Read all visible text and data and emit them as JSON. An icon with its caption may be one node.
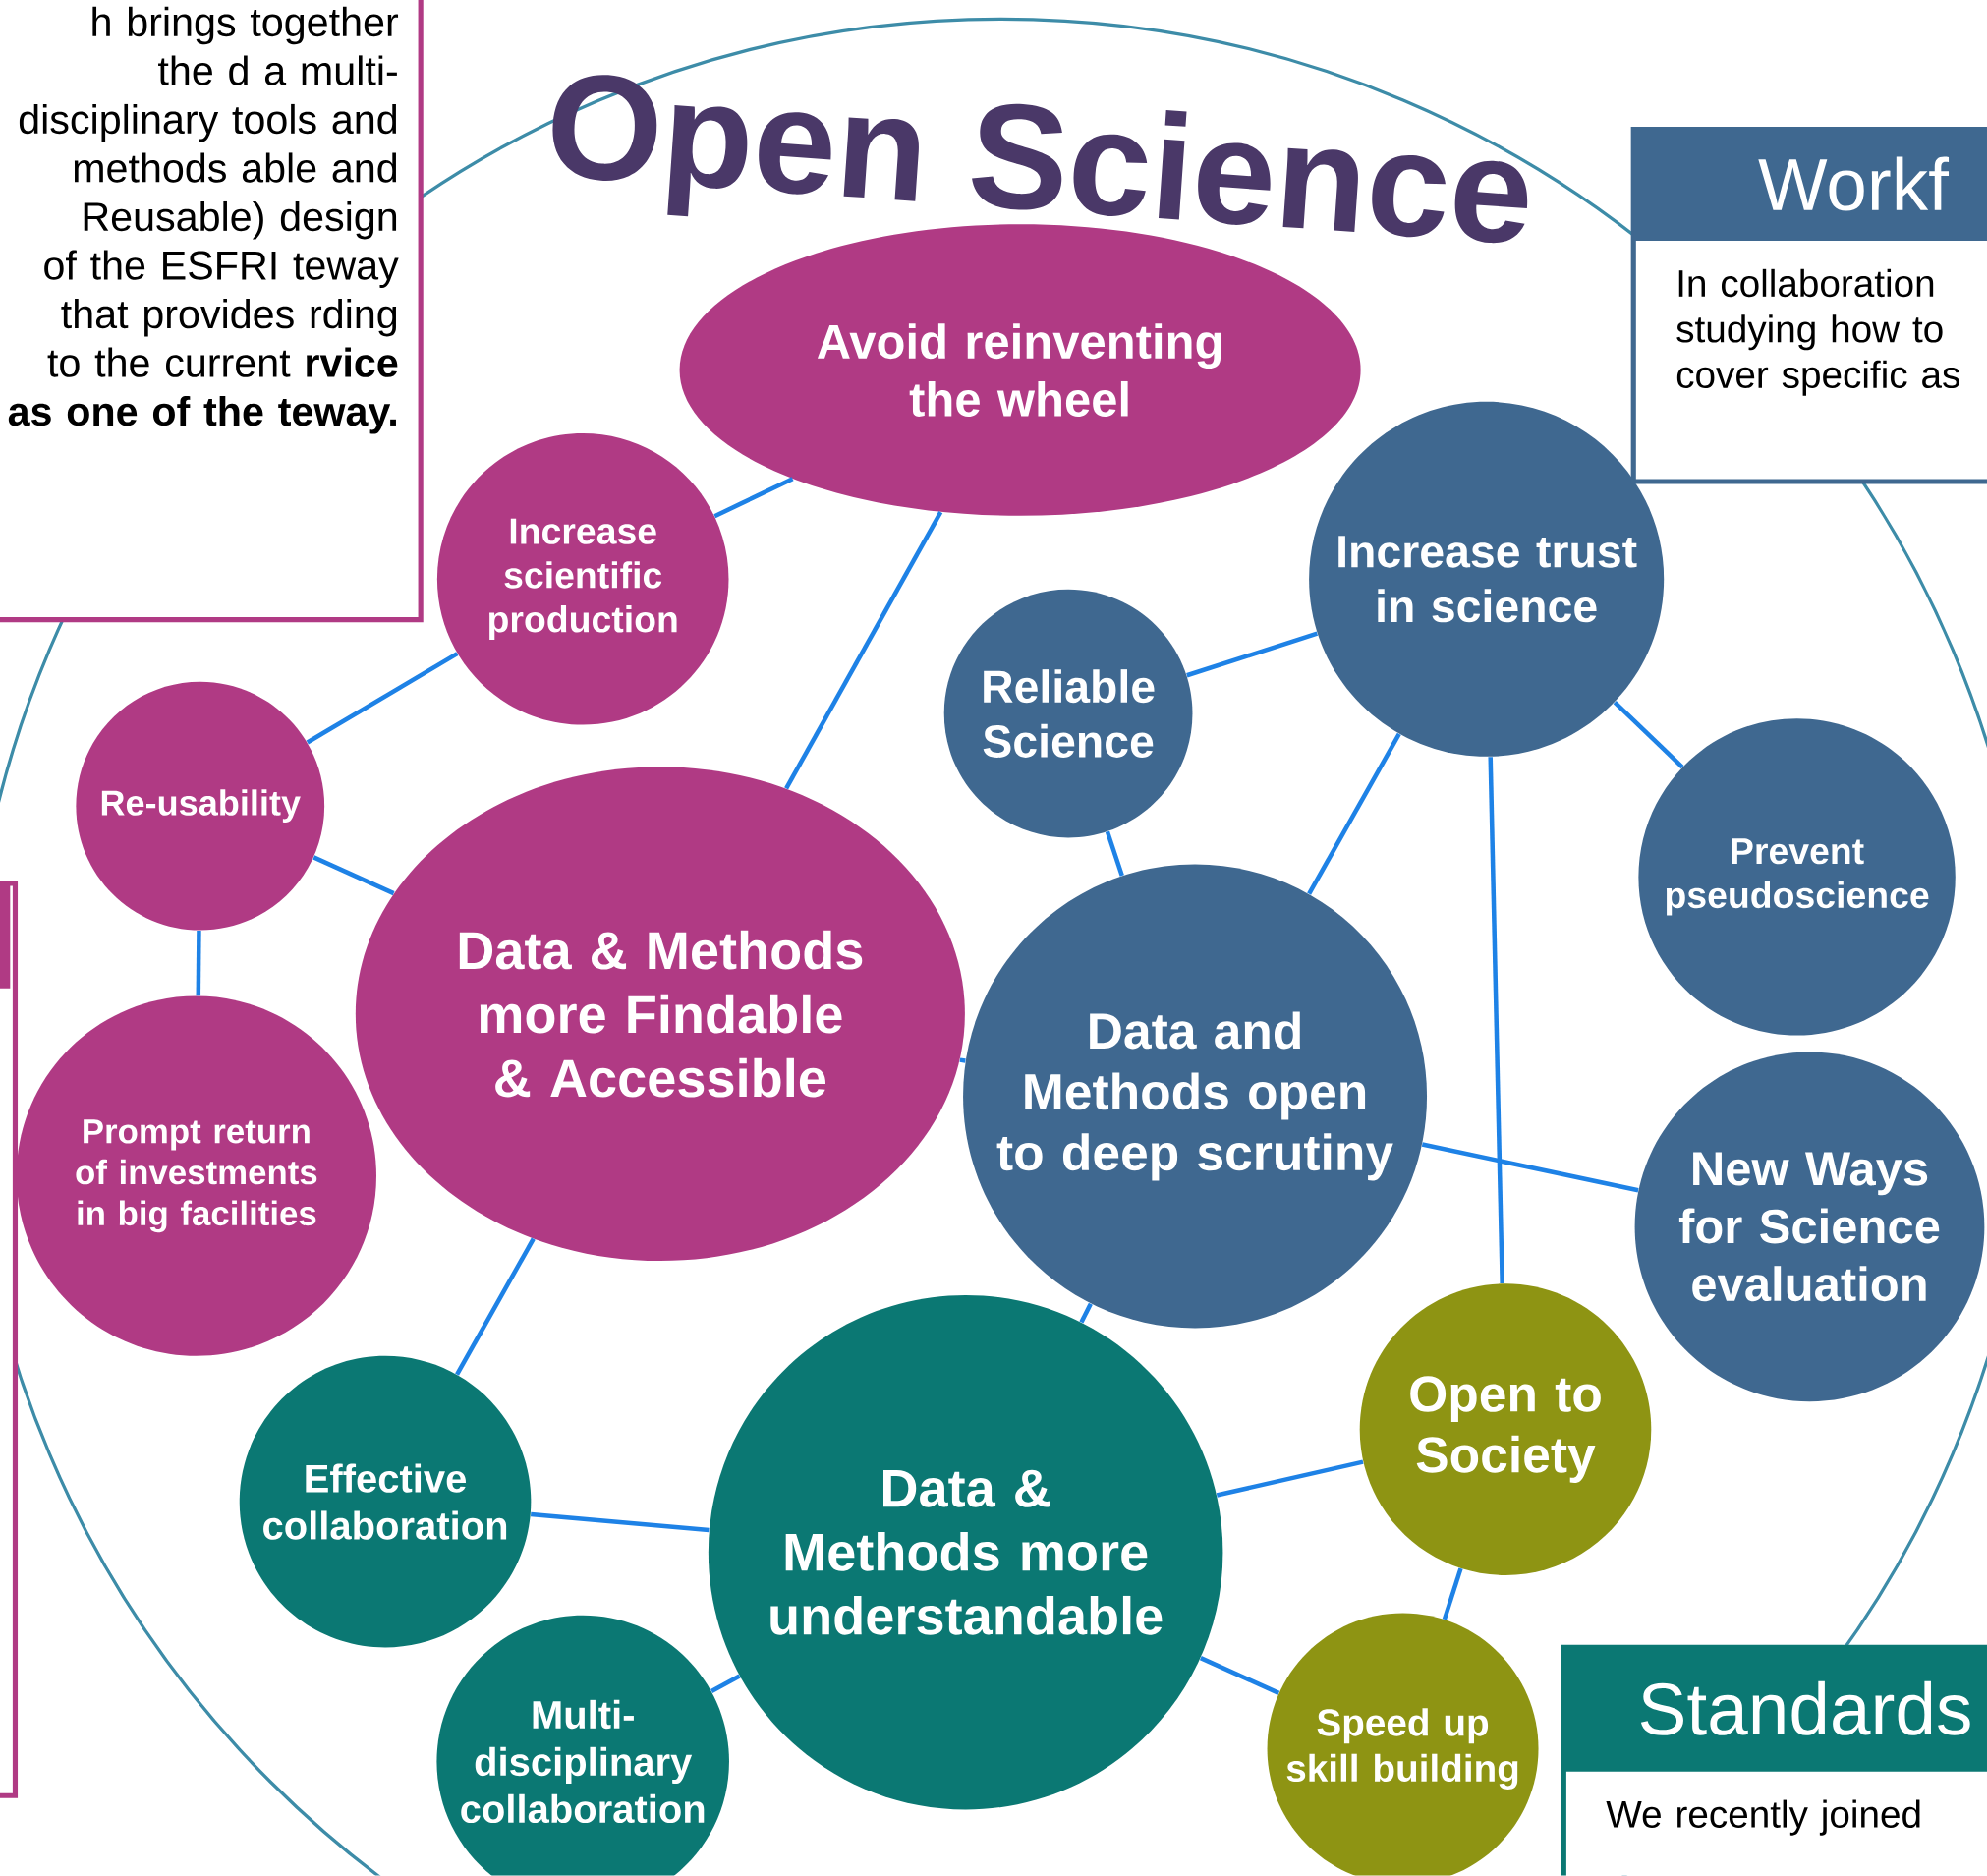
{
  "diagram": {
    "title": "Open Science",
    "nodes": [
      {
        "text": [
          "h brings together the d a multi-disciplinary tools and methods able and Reusable) design of the ESFRI teway that provides rding to the current **rvice as one of the teway.**"
        ]
      },
      {
        "text": [],
        "shape": "box"
      },
      {
        "text": [
          "Avoid reinventing the wheel"
        ]
      },
      {
        "text": [
          "Increase scientific production"
        ]
      },
      {
        "text": [
          "Re-usability"
        ]
      },
      {
        "text": [
          "Data & Methods more Findable & Accessible"
        ]
      },
      {
        "text": [
          "Prompt return of investments in big facilities"
        ]
      },
      {
        "text": [
          "Reliable Science"
        ]
      },
      {
        "text": [
          "Increase trust in science"
        ]
      },
      {
        "text": [
          "Prevent pseudoscience"
        ]
      },
      {
        "text": [
          "Data and Methods open to deep scrutiny"
        ]
      },
      {
        "text": [
          "New Ways for Science evaluation"
        ]
      },
      {
        "text": [
          "Effective collaboration"
        ]
      },
      {
        "text": [
          "Data & Methods more understandable"
        ]
      },
      {
        "text": [
          "Open to Society"
        ]
      },
      {
        "text": [
          "Multi-disciplinary collaboration"
        ]
      },
      {
        "text": [
          "Speed up skill building"
        ]
      },
      {
        "text": [
          "Workf",
          "In collaboration studying how to cover specific as"
        ]
      },
      {
        "text": [
          "Standards",
          "We recently joined"
        ]
      }
    ],
    "edges": [
      {
        "from": 3,
        "to": 2,
        "arrow": "none"
      },
      {
        "from": 2,
        "to": 5,
        "arrow": "none"
      },
      {
        "from": 4,
        "to": 3,
        "arrow": "none"
      },
      {
        "from": 4,
        "to": 5,
        "arrow": "none"
      },
      {
        "from": 4,
        "to": 6,
        "arrow": "none"
      },
      {
        "from": 5,
        "to": 10,
        "arrow": "none"
      },
      {
        "from": 5,
        "to": 12,
        "arrow": "none"
      },
      {
        "from": 7,
        "to": 8,
        "arrow": "none"
      },
      {
        "from": 7,
        "to": 10,
        "arrow": "none"
      },
      {
        "from": 8,
        "to": 10,
        "arrow": "none"
      },
      {
        "from": 8,
        "to": 9,
        "arrow": "none"
      },
      {
        "from": 8,
        "to": 14,
        "arrow": "none"
      },
      {
        "from": 10,
        "to": 11,
        "arrow": "none"
      },
      {
        "from": 10,
        "to": 13,
        "arrow": "none"
      },
      {
        "from": 12,
        "to": 13,
        "arrow": "none"
      },
      {
        "from": 13,
        "to": 14,
        "arrow": "none"
      },
      {
        "from": 13,
        "to": 16,
        "arrow": "none"
      },
      {
        "from": 14,
        "to": 16,
        "arrow": "none"
      },
      {
        "from": 13,
        "to": 15,
        "arrow": "none"
      }
    ]
  }
}
